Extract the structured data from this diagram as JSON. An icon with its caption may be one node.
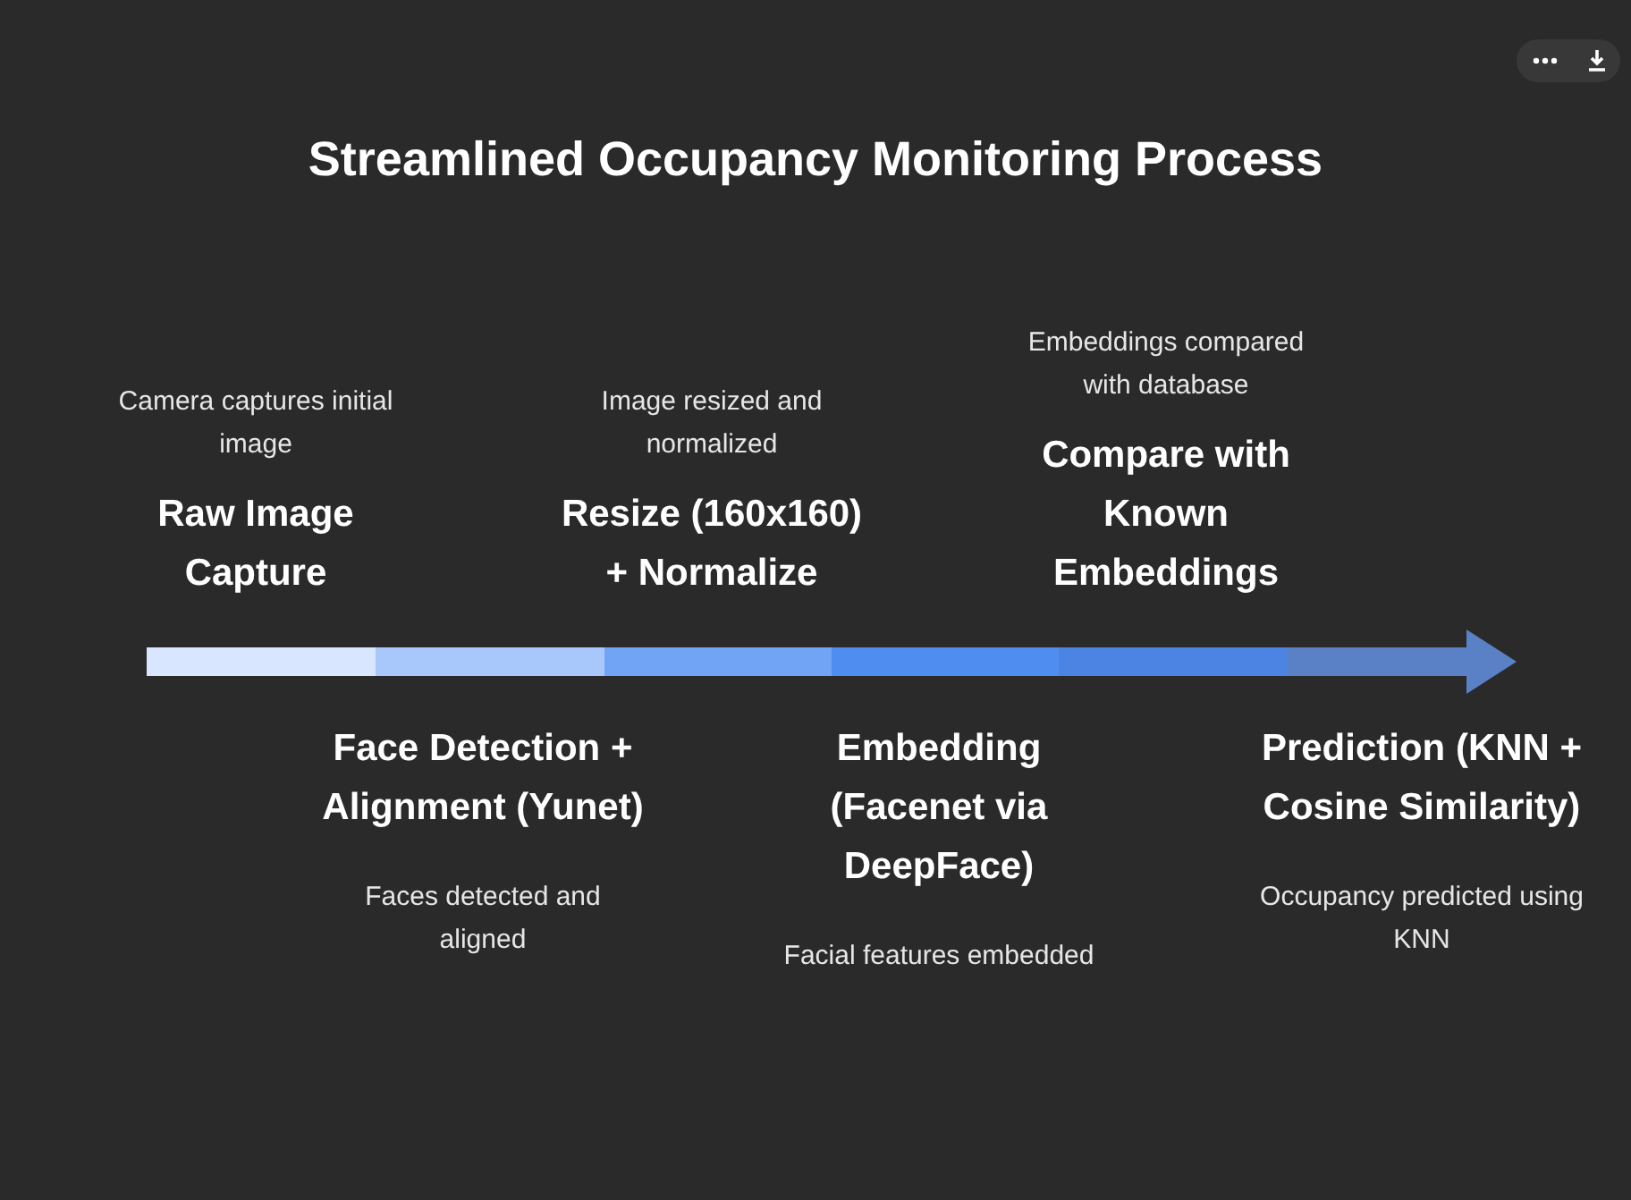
{
  "diagram": {
    "title": "Streamlined Occupancy Monitoring Process",
    "nodes": [
      {
        "text": [],
        "shape": "bar",
        "beside": [
          "Camera captures initial image",
          "Raw Image Capture"
        ]
      },
      {
        "text": [],
        "shape": "bar",
        "beside": [
          "Face Detection + Alignment (Yunet)",
          "Faces detected and aligned"
        ]
      },
      {
        "text": [],
        "shape": "bar",
        "beside": [
          "Image resized and normalized",
          "Resize (160x160) + Normalize"
        ]
      },
      {
        "text": [],
        "shape": "bar",
        "beside": [
          "Embedding (Facenet via DeepFace)",
          "Facial features embedded"
        ]
      },
      {
        "text": [],
        "shape": "bar",
        "beside": [
          "Embeddings compared with database",
          "Compare with Known Embeddings"
        ]
      },
      {
        "text": [],
        "shape": "bar",
        "beside": [
          "Prediction (KNN + Cosine Similarity)",
          "Occupancy predicted using KNN"
        ]
      }
    ]
  }
}
